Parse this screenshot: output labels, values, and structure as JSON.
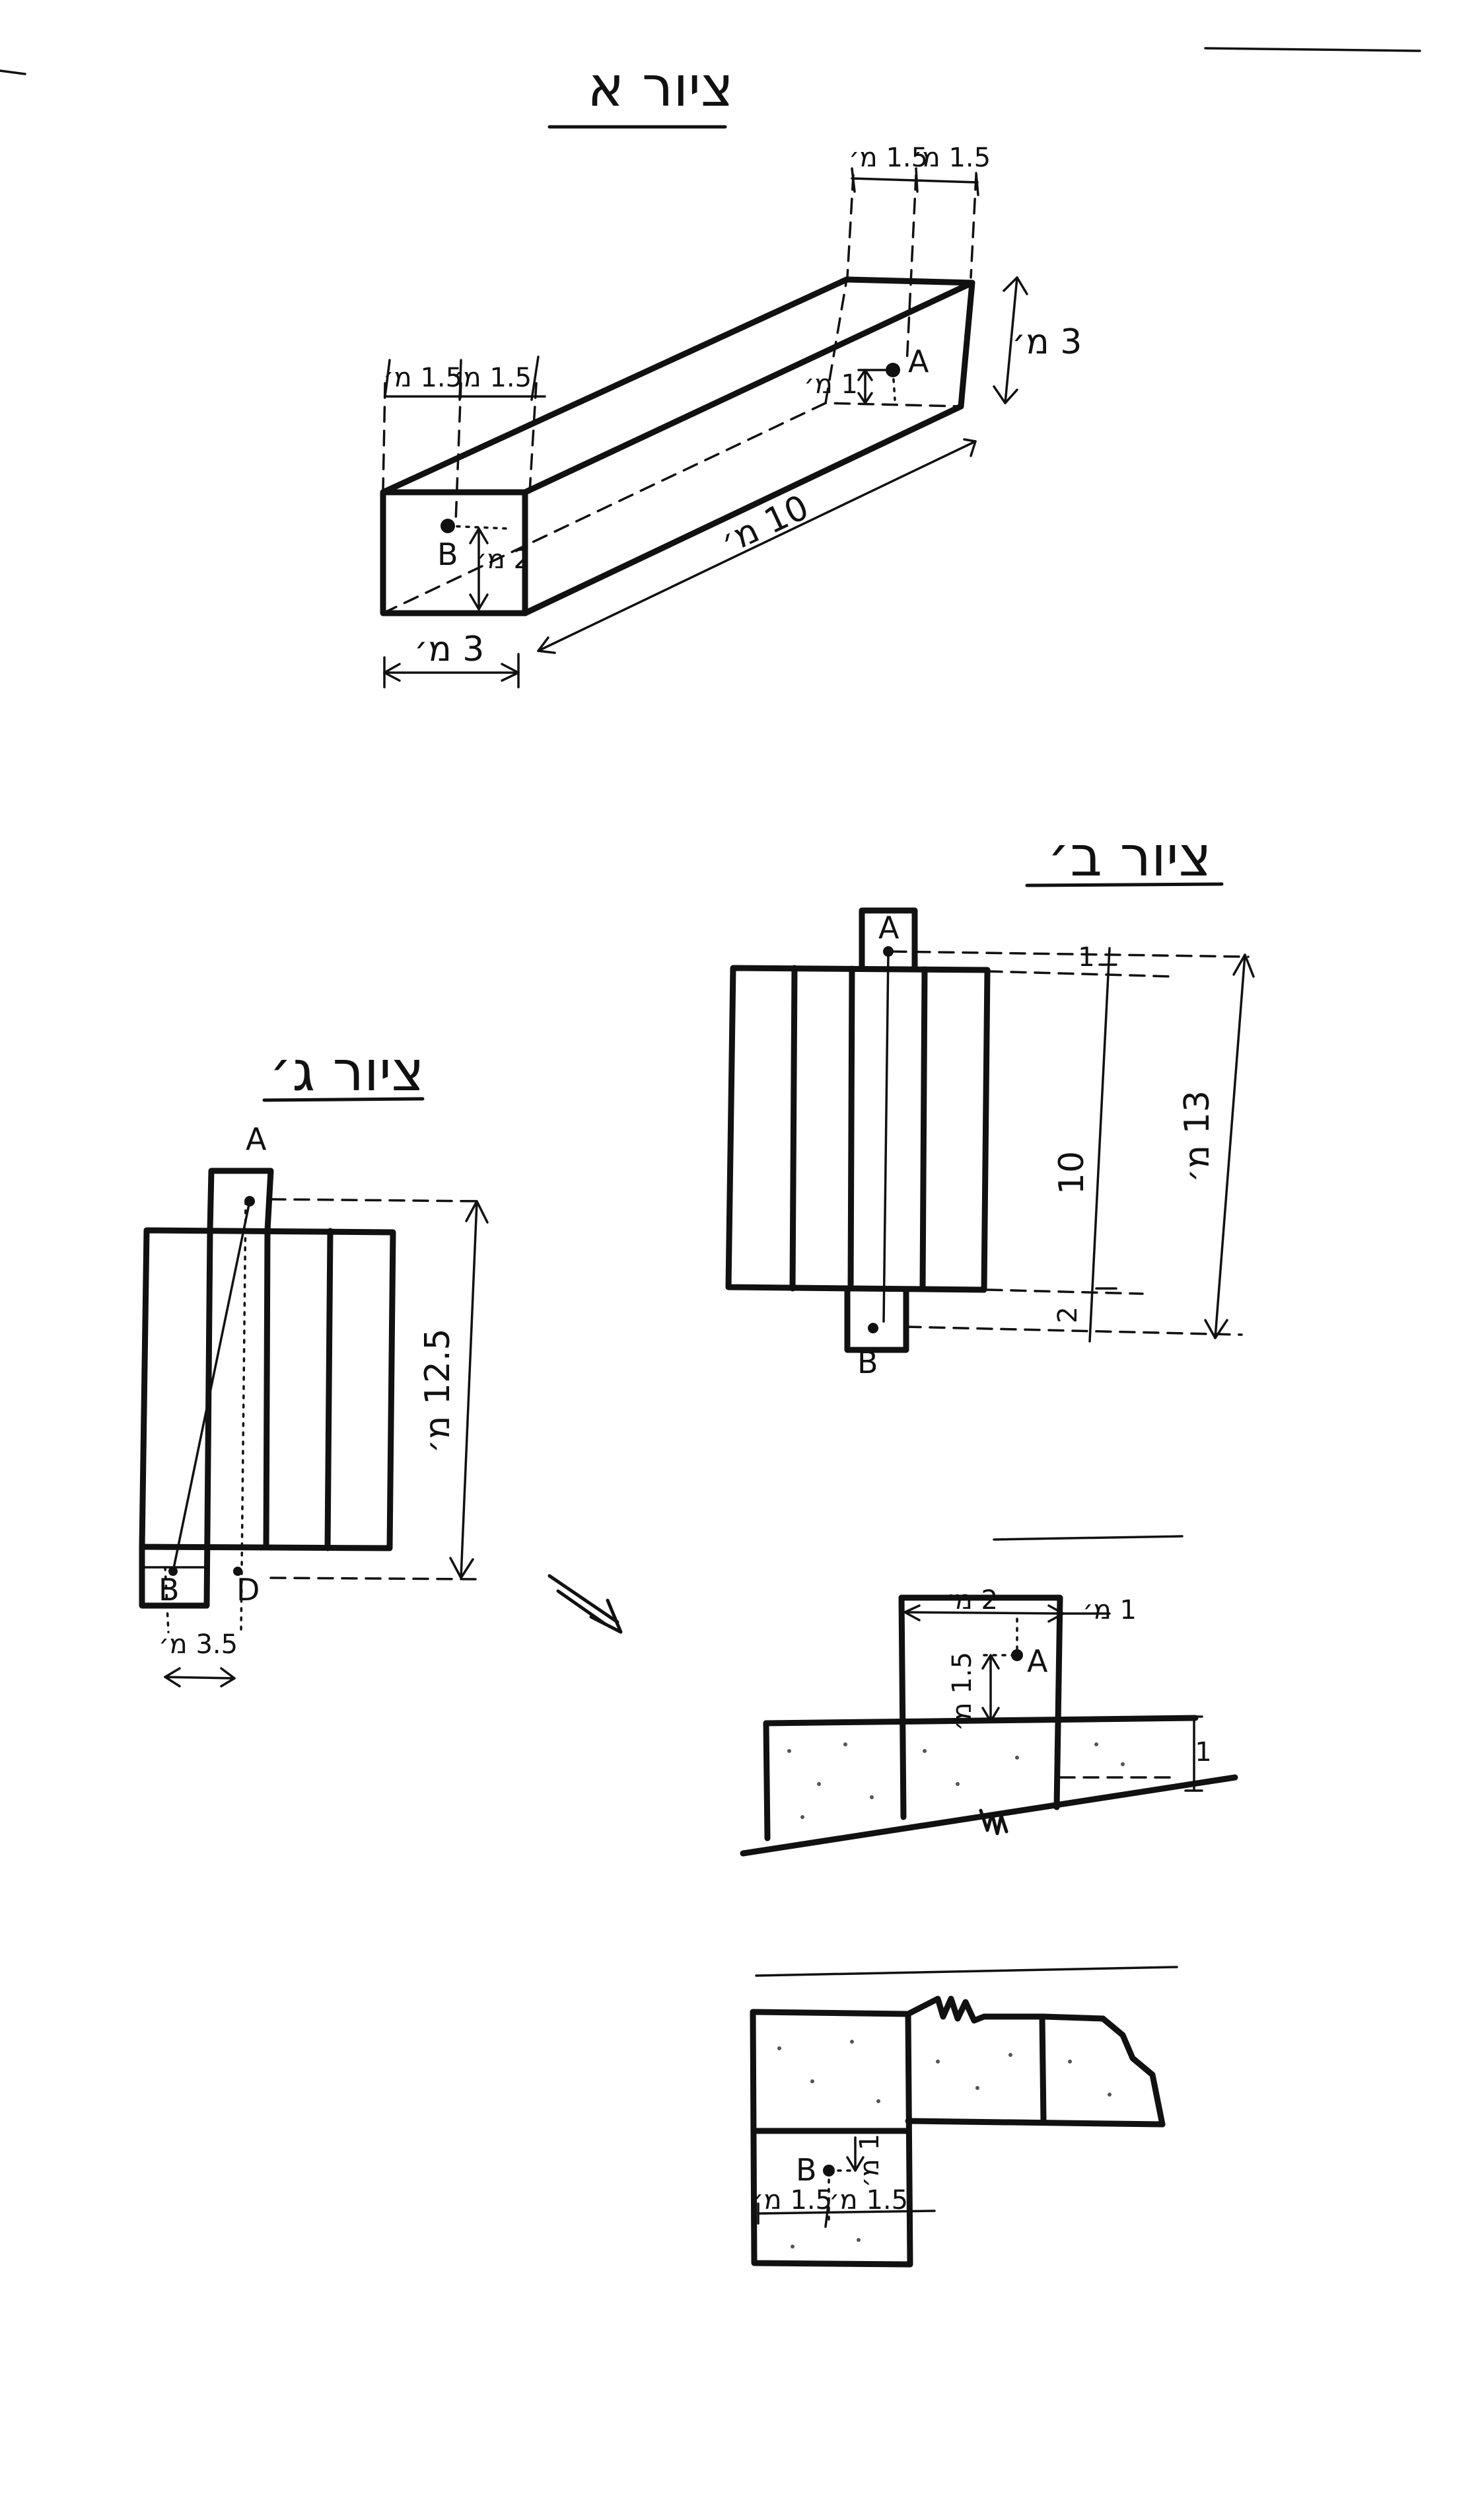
{
  "figure_a": {
    "title": "ציור א",
    "point_a": "A",
    "point_b": "B",
    "dim_top_left": "1.5 מ׳",
    "dim_top_right": "1.5 מ׳",
    "dim_front_left": "1.5 מ׳",
    "dim_front_right": "1.5 מ׳",
    "dim_height": "3 מ׳",
    "dim_a_height": "1 מ׳",
    "dim_b_height": "2 מ׳",
    "dim_width": "3 מ׳",
    "dim_length": "10 מ׳"
  },
  "figure_b": {
    "title": "ציור ב׳",
    "point_a": "A",
    "point_b": "B",
    "dim_top": "1",
    "dim_mid": "10",
    "dim_bottom": "2",
    "dim_total": "13 מ׳"
  },
  "figure_c": {
    "title": "ציור ג׳",
    "point_a": "A",
    "point_b": "B",
    "point_d": "D",
    "dim_height": "12.5 מ׳",
    "dim_bd": "3.5 מ׳"
  },
  "detail_upper": {
    "point_a": "A",
    "dim_width": "2 מ׳",
    "dim_right": "1 מ׳",
    "dim_a": "1.5 מ׳",
    "dim_side": "1"
  },
  "detail_lower": {
    "point_b": "B",
    "dim_b": "1 מ׳",
    "dim_left": "1.5 מ׳",
    "dim_right": "1.5 מ׳"
  }
}
